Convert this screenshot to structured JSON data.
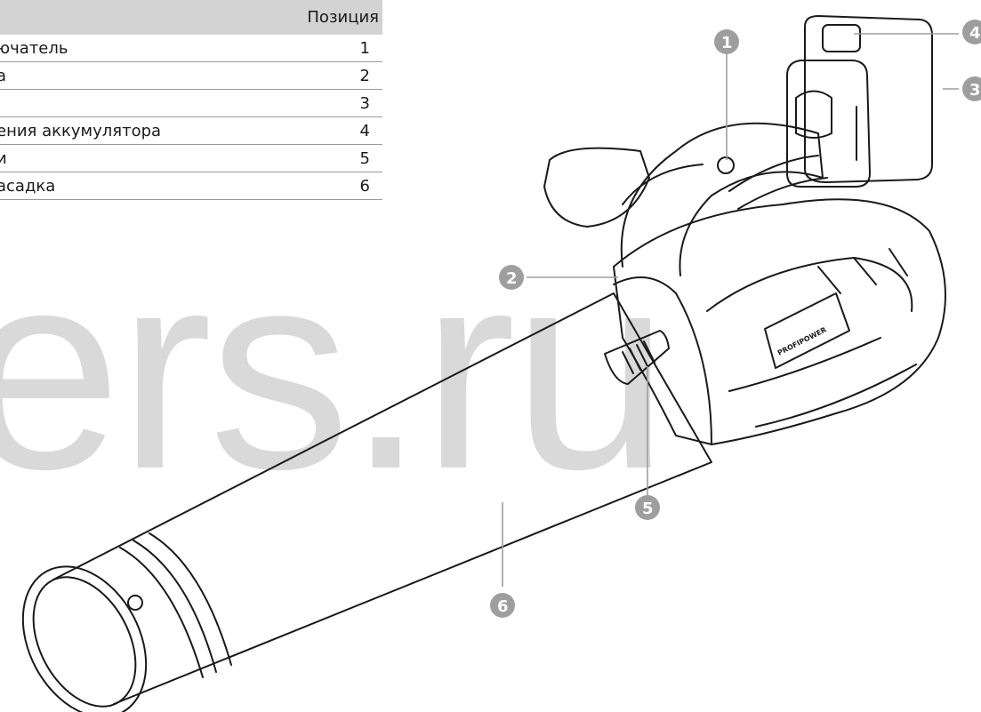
{
  "watermark": "ers.ru",
  "table": {
    "header_position": "Позиция",
    "rows": [
      {
        "name": "ючатель",
        "pos": "1"
      },
      {
        "name": "а",
        "pos": "2"
      },
      {
        "name": "",
        "pos": "3"
      },
      {
        "name": "ения аккумулятора",
        "pos": "4"
      },
      {
        "name": "и",
        "pos": "5"
      },
      {
        "name": "асадка",
        "pos": "6"
      }
    ]
  },
  "brand_label": "PROFIPOWER",
  "callouts": [
    "1",
    "2",
    "3",
    "4",
    "5",
    "6"
  ],
  "colors": {
    "line": "#1a1a1a",
    "callout": "#9e9e9e",
    "watermark": "#d9d9d9",
    "header_bg": "#d3d3d3"
  }
}
